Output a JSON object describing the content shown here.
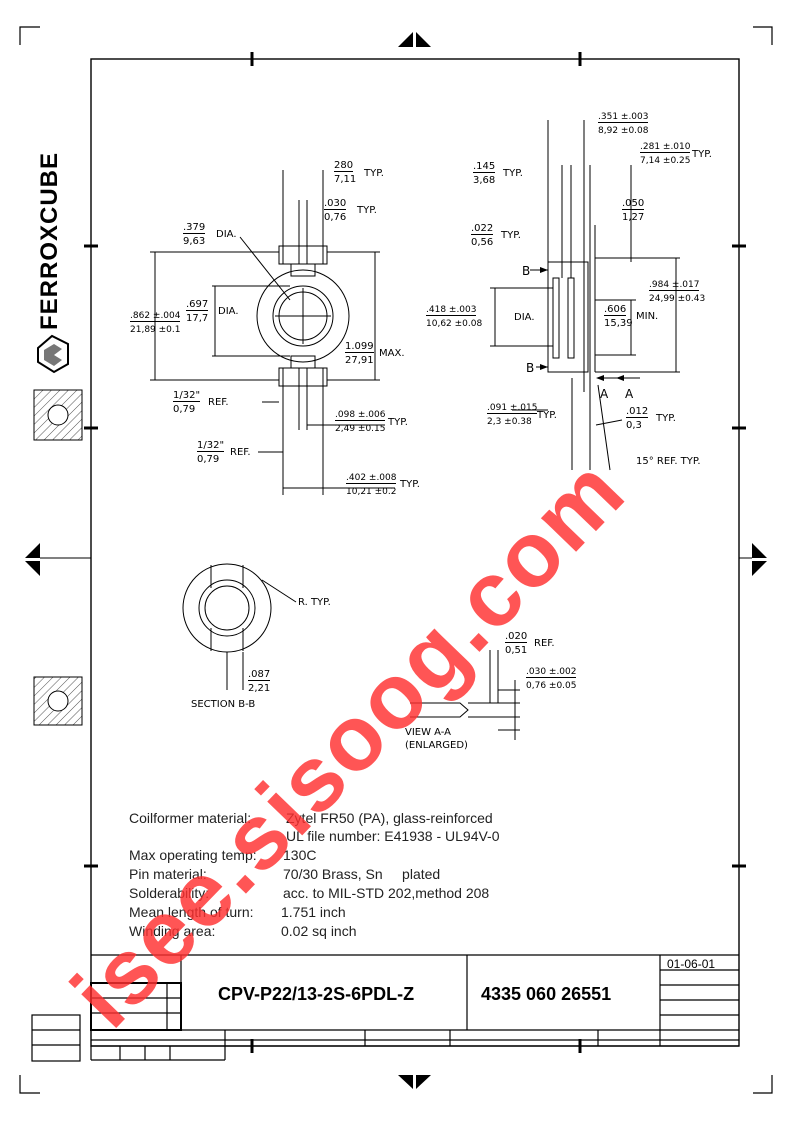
{
  "brand": {
    "name": "FERROXCUBE"
  },
  "drawing": {
    "dims": {
      "d280": "280",
      "d7_11": "7,11",
      "typ": "TYP.",
      "d030": ".030",
      "d0_76": "0,76",
      "d379": ".379",
      "d9_63": "9,63",
      "dia": "DIA.",
      "d862": ".862 ±.004",
      "d21_89": "21,89 ±0.1",
      "d697": ".697",
      "d17_7": "17,7",
      "d1099": "1.099",
      "d27_91": "27,91",
      "max": "MAX.",
      "d1_32a": "1/32\"",
      "d0_79a": "0,79",
      "ref": "REF.",
      "d098": ".098 ±.006",
      "d2_49": "2,49 ±0.15",
      "d1_32b": "1/32\"",
      "d0_79b": "0,79",
      "d402": ".402 ±.008",
      "d10_21": "10,21 ±0.2",
      "d351": ".351 ±.003",
      "d8_92": "8,92 ±0.08",
      "d281": ".281 ±.010",
      "d7_14": "7,14 ±0.25",
      "d145": ".145",
      "d3_68": "3,68",
      "d050": ".050",
      "d1_27": "1,27",
      "d022": ".022",
      "d0_56": "0,56",
      "b": "B",
      "a": "A",
      "d984": ".984 ±.017",
      "d24_99": "24,99 ±0.43",
      "d418": ".418 ±.003",
      "d10_62": "10,62 ±0.08",
      "d606": ".606",
      "d15_39": "15,39",
      "min": "MIN.",
      "d091": ".091 ±.015",
      "d2_3": "2,3 ±0.38",
      "d012": ".012",
      "d0_3": "0,3",
      "d15deg": "15° REF. TYP.",
      "rtyp": "R. TYP.",
      "d087": ".087",
      "d2_21": "2,21",
      "sectionbb": "SECTION B-B",
      "d020": ".020",
      "d0_51": "0,51",
      "d030b": ".030 ±.002",
      "d0_76b": "0,76 ±0.05",
      "viewaa": "VIEW A-A",
      "enlarged": "(ENLARGED)"
    }
  },
  "specs": [
    {
      "label": "Coilformer material:",
      "value": "Zytel FR50 (PA), glass-reinforced"
    },
    {
      "label": "",
      "value": "UL file number: E41938 - UL94V-0"
    },
    {
      "label": "Max operating temp:",
      "value": "130C"
    },
    {
      "label": "Pin material:",
      "value": "70/30 Brass, Sn     plated"
    },
    {
      "label": "Solderability:",
      "value": "acc. to MIL-STD 202,method 208"
    },
    {
      "label": "Mean length of turn:",
      "value": "1.751 inch"
    },
    {
      "label": "Winding area:",
      "value": "0.02 sq inch"
    }
  ],
  "title_block": {
    "part_name": "CPV-P22/13-2S-6PDL-Z",
    "part_number": "4335 060 26551",
    "date": "01-06-01"
  },
  "watermark": {
    "text": "isee.sisoog.com"
  }
}
